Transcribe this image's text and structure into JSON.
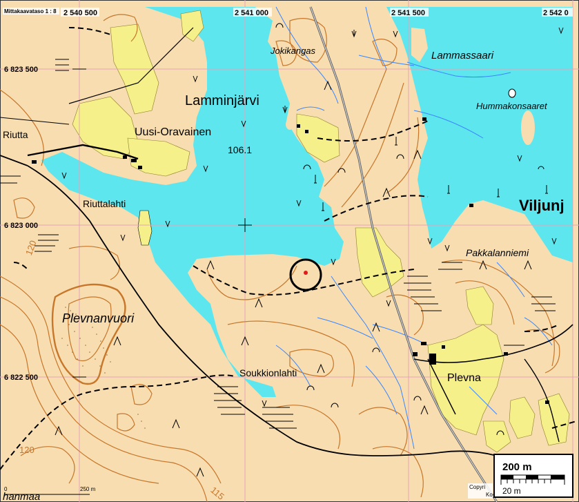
{
  "map": {
    "scale_text": "Mittakaavataso 1 : 8",
    "grid_top": [
      "2 540 500",
      "2 541 000",
      "2 541 500",
      "2 542 0"
    ],
    "grid_left": [
      "6 823 500",
      "6 823 000",
      "6 822 500"
    ],
    "places": {
      "lamminjarvi": "Lamminjärvi",
      "lake_elev": "106.1",
      "uusi": "Uusi-Oravainen",
      "riutta": "Riutta",
      "riuttalahti": "Riuttalahti",
      "plevnanvuori": "Plevnanvuori",
      "soukkionlahti": "Soukkionlahti",
      "plevna": "Plevna",
      "jokikangas": "Jokikangas",
      "lammassaari": "Lammassaari",
      "hummakonsaaret": "Hummakonsaaret",
      "viljunj": "Viljunj",
      "pakkalanniemi": "Pakkalanniemi",
      "hanmaa": "hanmaa"
    },
    "contour_labels": [
      "120",
      "120",
      "115"
    ],
    "scale_bar": {
      "big_label": "200 m",
      "small_label": "20 m",
      "bottom_zero": "0",
      "bottom_250": "250 m"
    },
    "copyright": "Copyri",
    "copyright2": "Ko",
    "colors": {
      "water": "#5EE6EE",
      "field": "#F5F08A",
      "land": "#F7DDB0",
      "contour": "#C7762A",
      "grid": "#E7A3B8",
      "stream": "#3A86FF"
    }
  }
}
